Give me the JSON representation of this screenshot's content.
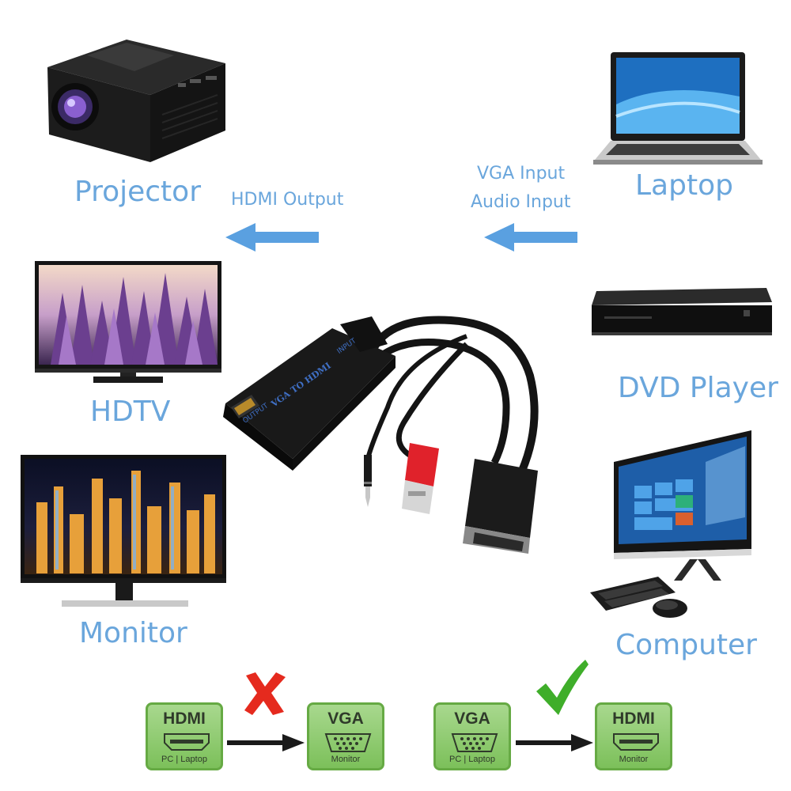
{
  "devices": {
    "projector": "Projector",
    "laptop": "Laptop",
    "hdtv": "HDTV",
    "dvd": "DVD Player",
    "monitor": "Monitor",
    "computer": "Computer"
  },
  "signals": {
    "hdmi_output": "HDMI Output",
    "vga_input": "VGA Input",
    "audio_input": "Audio Input"
  },
  "adapter": {
    "body_text": "VGA TO HDMI",
    "input_label": "INPUT",
    "output_label": "OUTPUT"
  },
  "compatibility": [
    {
      "from": {
        "title": "HDMI",
        "sub": "PC | Laptop"
      },
      "to": {
        "title": "VGA",
        "sub": "Monitor"
      },
      "supported": false
    },
    {
      "from": {
        "title": "VGA",
        "sub": "PC | Laptop"
      },
      "to": {
        "title": "HDMI",
        "sub": "Monitor"
      },
      "supported": true
    }
  ],
  "colors": {
    "label_blue": "#6aa6dc",
    "arrow_blue": "#5aa0e0",
    "badge_green": "#7cc05a",
    "cross_red": "#e52a1e",
    "check_green": "#3fae2a"
  }
}
